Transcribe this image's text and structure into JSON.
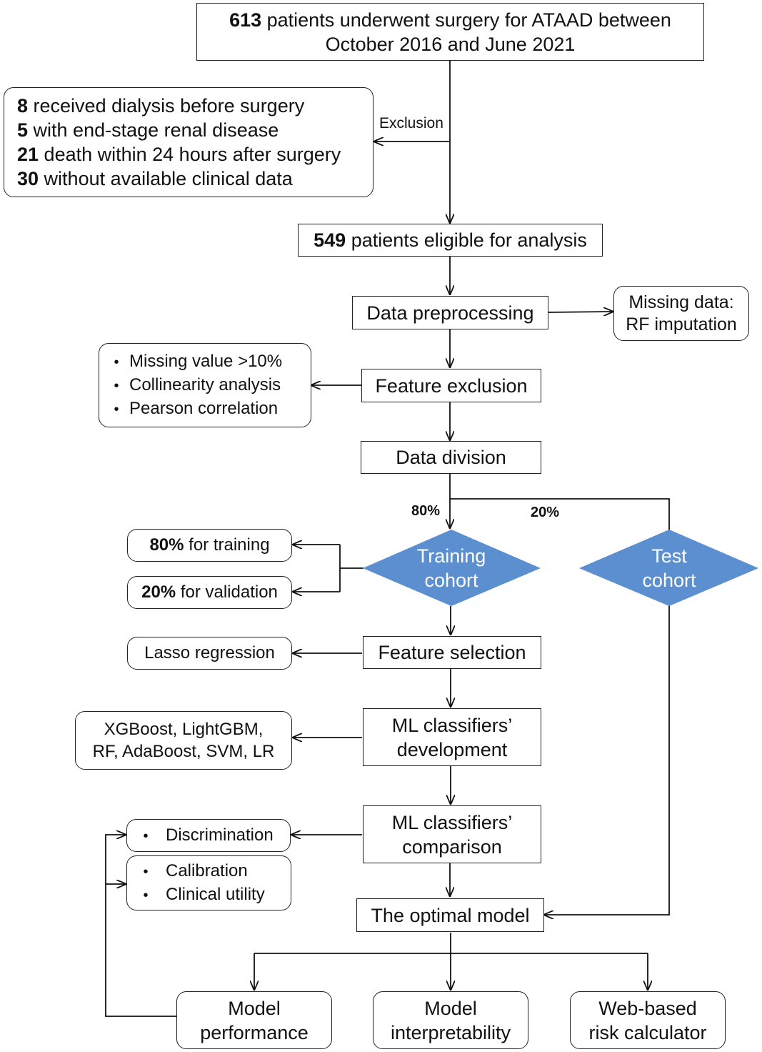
{
  "top": {
    "n": "613",
    "line1": " patients underwent surgery for ATAAD between",
    "line2": "October 2016 and June 2021"
  },
  "exclusion": {
    "label": "Exclusion",
    "items": [
      {
        "n": "8",
        "text": " received dialysis before surgery"
      },
      {
        "n": "5",
        "text": " with end-stage renal disease"
      },
      {
        "n": "21",
        "text": " death within 24 hours after surgery"
      },
      {
        "n": "30",
        "text": " without available clinical data"
      }
    ]
  },
  "eligible": {
    "n": "549",
    "text": " patients eligible for analysis"
  },
  "preprocessing": "Data preprocessing",
  "missing_data": {
    "line1": "Missing data:",
    "line2": "RF imputation"
  },
  "feature_exclusion": "Feature exclusion",
  "exclusion_criteria": [
    "Missing value >10%",
    "Collinearity analysis",
    "Pearson correlation"
  ],
  "data_division": "Data division",
  "split": {
    "train_pct": "80%",
    "test_pct": "20%"
  },
  "training_cohort": {
    "line1": "Training",
    "line2": "cohort"
  },
  "test_cohort": {
    "line1": "Test",
    "line2": "cohort"
  },
  "train_split": {
    "pct": "80%",
    "text": " for training"
  },
  "val_split": {
    "pct": "20%",
    "text": " for validation"
  },
  "feature_selection": "Feature selection",
  "lasso": "Lasso regression",
  "ml_dev": {
    "line1": "ML classifiers’",
    "line2": "development"
  },
  "classifiers": {
    "line1": "XGBoost, LightGBM,",
    "line2": "RF, AdaBoost, SVM, LR"
  },
  "ml_comp": {
    "line1": "ML classifiers’",
    "line2": "comparison"
  },
  "discrimination": "Discrimination",
  "calibration": [
    "Calibration",
    "Clinical utility"
  ],
  "optimal": "The optimal model",
  "outputs": {
    "performance": {
      "line1": "Model",
      "line2": "performance"
    },
    "interpretability": {
      "line1": "Model",
      "line2": "interpretability"
    },
    "calculator": {
      "line1": "Web-based",
      "line2": "risk calculator"
    }
  },
  "colors": {
    "diamond": "#5b8fcf",
    "line": "#111111"
  }
}
